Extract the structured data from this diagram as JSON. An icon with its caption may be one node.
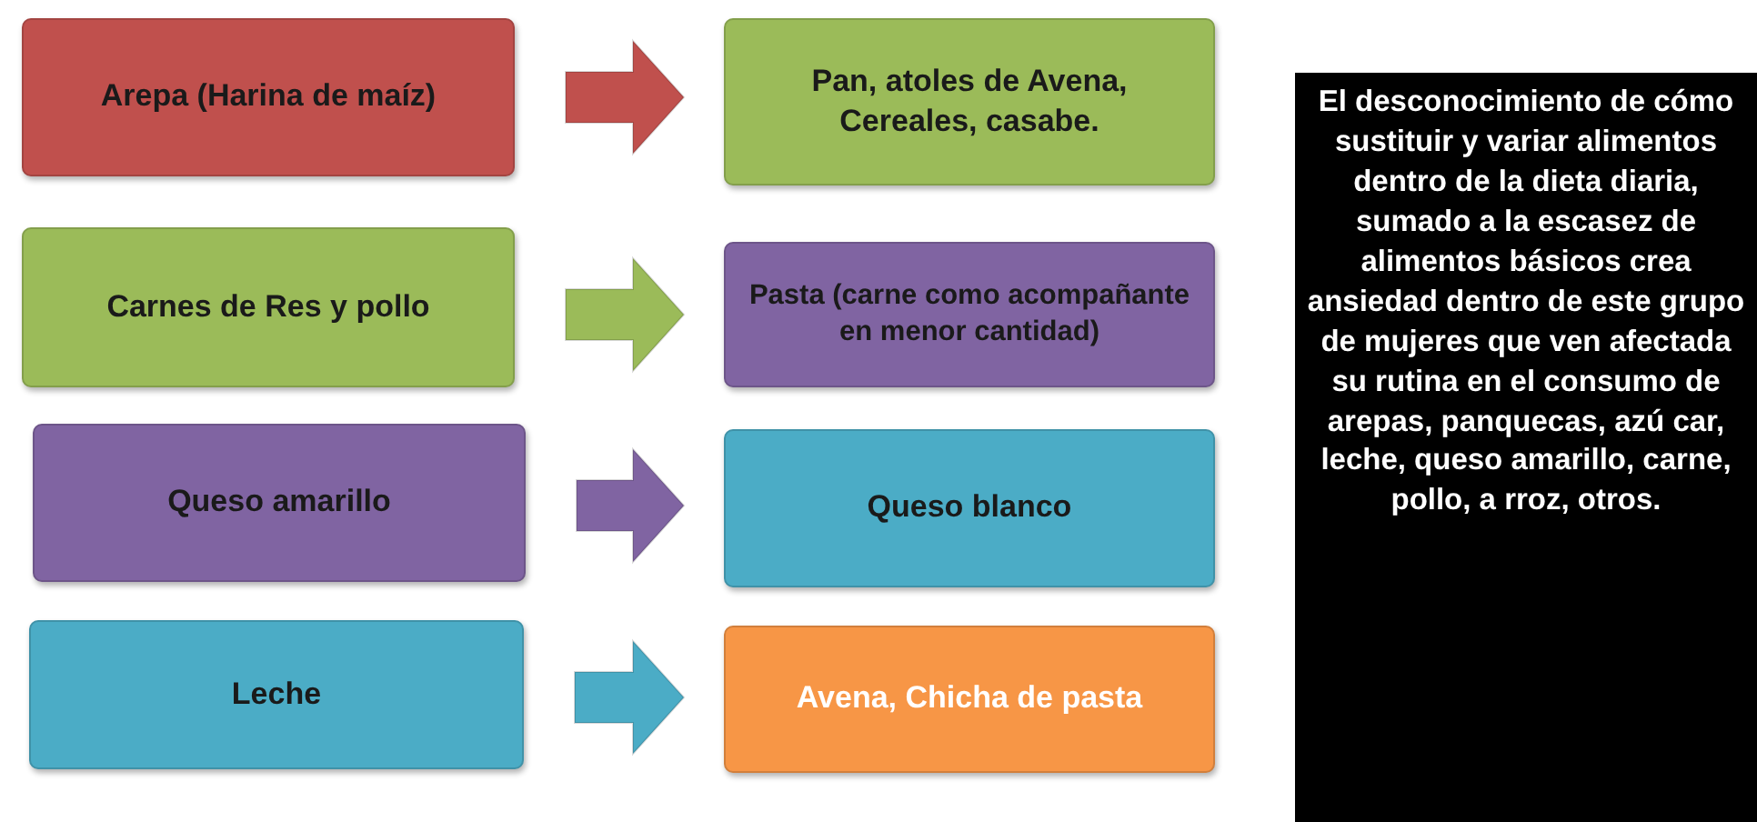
{
  "diagram": {
    "nodes": [
      {
        "text": [
          "Arepa (Harina de maíz)"
        ]
      },
      {
        "text": [
          "Pan, atoles de Avena, Cereales, casabe."
        ]
      },
      {
        "text": [
          "Carnes de Res y pollo"
        ]
      },
      {
        "text": [
          "Pasta (carne como acompañante en menor cantidad)"
        ]
      },
      {
        "text": [
          "Queso amarillo"
        ]
      },
      {
        "text": [
          "Queso blanco"
        ]
      },
      {
        "text": [
          "Leche"
        ]
      },
      {
        "text": [
          "Avena, Chicha de pasta"
        ]
      },
      {
        "text": [
          "El desconocimiento de cómo sustituir y variar alimentos dentro de la dieta diaria, sumado a la escasez de alimentos básicos crea ansiedad dentro de este grupo de mujeres que ven afectada su rutina en el consumo de arepas, panquecas, azú car, leche, queso amarillo, carne, pollo, a rroz, otros."
        ]
      }
    ],
    "edges": [
      {
        "from": 0,
        "to": 1,
        "arrow": "to",
        "style": "thick",
        "color": "#c0504d"
      },
      {
        "from": 2,
        "to": 3,
        "arrow": "to",
        "style": "thick",
        "color": "#9bbb59"
      },
      {
        "from": 4,
        "to": 5,
        "arrow": "to",
        "style": "thick",
        "color": "#8064a2"
      },
      {
        "from": 6,
        "to": 7,
        "arrow": "to",
        "style": "thick",
        "color": "#4bacc6"
      }
    ]
  }
}
